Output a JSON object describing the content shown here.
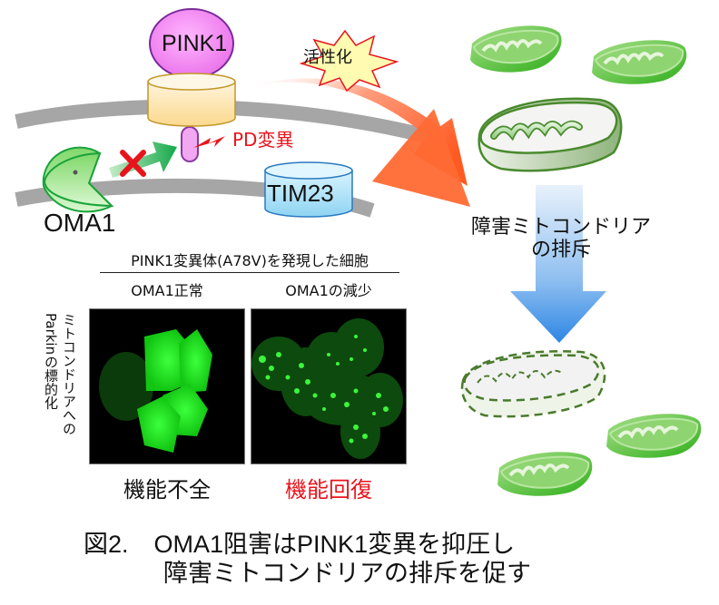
{
  "diagram": {
    "proteins": {
      "pink1": "PINK1",
      "tim23": "TIM23",
      "oma1": "OMA1"
    },
    "mutation_label": "PD変異",
    "activation_label": "活性化",
    "expulsion_label": [
      "障害ミトコンドリア",
      "の排斥"
    ]
  },
  "micrograph": {
    "title": "PINK1変異体(A78V)を発現した細胞",
    "y_label": [
      "ミトコンドリアへの",
      "Parkinの標的化"
    ],
    "panels": [
      {
        "header": "OMA1正常",
        "result": "機能不全",
        "result_color": "#111111"
      },
      {
        "header": "OMA1の減少",
        "result": "機能回復",
        "result_color": "#e8141c"
      }
    ]
  },
  "caption": {
    "figure_number": "図2.",
    "line1": "OMA1阻害はPINK1変異を抑圧し",
    "line2": "障害ミトコンドリアの排斥を促す"
  },
  "colors": {
    "membrane": "#a6a6a6",
    "pink1": "#f07cf0",
    "oma1": "#8fe07a",
    "tim23": "#a9e2f7",
    "activation_arrow": "#ff6a3a",
    "expel_arrow": "#3b8fe6",
    "mito_green": "#4cbf2a",
    "error_red": "#e8141c"
  }
}
